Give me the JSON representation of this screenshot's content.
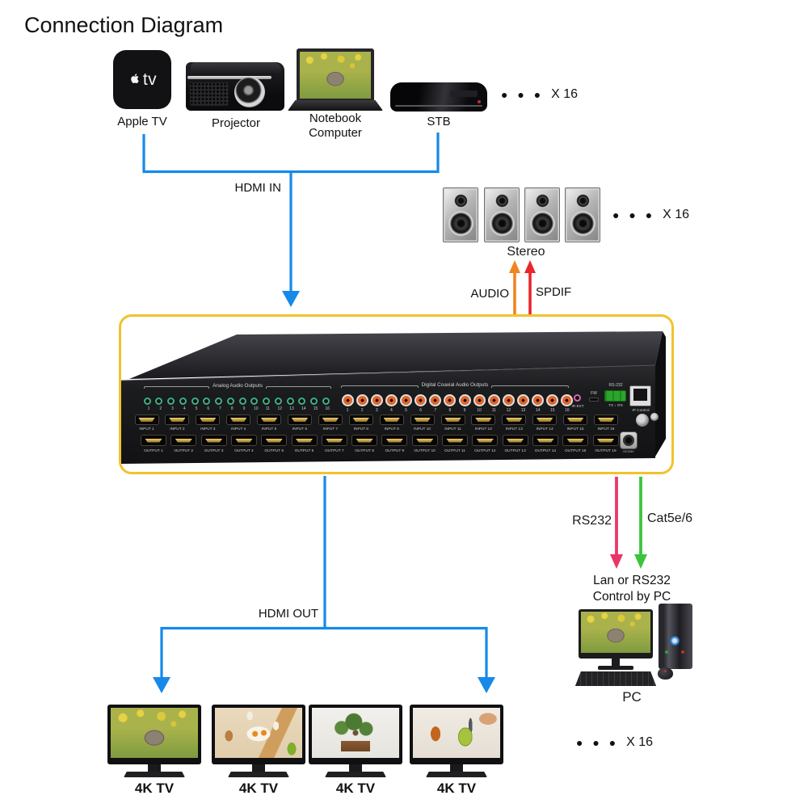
{
  "title": "Connection Diagram",
  "colors": {
    "blue": "#1789e9",
    "yellow": "#f1c32b",
    "orange": "#ef8522",
    "red": "#e9262b",
    "pink": "#e93668",
    "green": "#3cc43c"
  },
  "repeat": {
    "dots": "● ● ●",
    "label": "X 16"
  },
  "sources": {
    "items": [
      "Apple TV",
      "Projector",
      "Notebook Computer",
      "STB"
    ]
  },
  "connections": {
    "hdmi_in": "HDMI IN",
    "hdmi_out": "HDMI OUT",
    "audio": "AUDIO",
    "spdif": "SPDIF",
    "rs232": "RS232",
    "cat5e": "Cat5e/6"
  },
  "audio_out": {
    "label": "Stereo"
  },
  "control": {
    "line1": "Lan or RS232",
    "line2": "Control by PC",
    "pc": "PC"
  },
  "device": {
    "analog_section": "Analog Audio Outputs",
    "coaxial_section": "Digital Coaxial Audio Outputs",
    "port_numbers": [
      "1",
      "2",
      "3",
      "4",
      "5",
      "6",
      "7",
      "8",
      "9",
      "10",
      "11",
      "12",
      "13",
      "14",
      "15",
      "16"
    ],
    "inputs": [
      "INPUT 1",
      "INPUT 2",
      "INPUT 3",
      "INPUT 4",
      "INPUT 5",
      "INPUT 6",
      "INPUT 7",
      "INPUT 8",
      "INPUT 9",
      "INPUT 10",
      "INPUT 11",
      "INPUT 12",
      "INPUT 13",
      "INPUT 14",
      "INPUT 15",
      "INPUT 16"
    ],
    "outputs": [
      "OUTPUT 1",
      "OUTPUT 2",
      "OUTPUT 3",
      "OUTPUT 4",
      "OUTPUT 5",
      "OUTPUT 6",
      "OUTPUT 7",
      "OUTPUT 8",
      "OUTPUT 9",
      "OUTPUT 10",
      "OUTPUT 11",
      "OUTPUT 12",
      "OUTPUT 13",
      "OUTPUT 14",
      "OUTPUT 15",
      "OUTPUT 16"
    ],
    "ir_ext": "IR-EXT",
    "fw": "FW",
    "rs232": "RS-232",
    "txrx": "TX ↓ RX",
    "ip_control": "IP Control",
    "dc": "DC/24V"
  },
  "displays": {
    "label": "4K TV"
  }
}
